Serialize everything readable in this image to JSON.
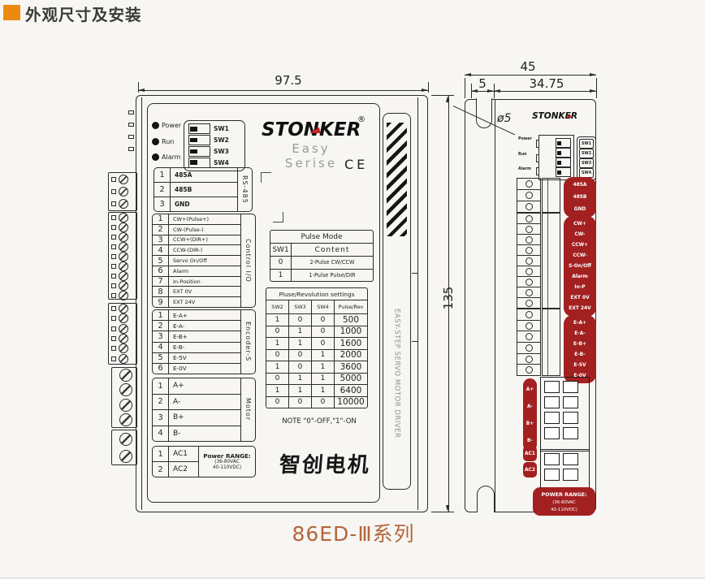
{
  "page": {
    "title": "外观尺寸及安装",
    "caption": "86ED-Ⅲ系列"
  },
  "colors": {
    "accent_orange": "#ec8a10",
    "label_red": "#a32020",
    "caption_rust": "#b5643c"
  },
  "front_view": {
    "dim_width": "97.5",
    "dim_height": "135",
    "leds": [
      "Power",
      "Run",
      "Alarm"
    ],
    "dip_switches": [
      "SW1",
      "SW2",
      "SW3",
      "SW4"
    ],
    "logo": {
      "brand": "STONKER",
      "registered": "®",
      "series": "Easy Serise",
      "ce_mark": "CE"
    },
    "rs485_table": {
      "side_label": "RS-485",
      "rows": [
        {
          "n": "1",
          "label": "485A"
        },
        {
          "n": "2",
          "label": "485B"
        },
        {
          "n": "3",
          "label": "GND"
        }
      ]
    },
    "control_io_table": {
      "side_label": "Control I/O",
      "rows": [
        {
          "n": "1",
          "label": "CW+(Pulse+)"
        },
        {
          "n": "2",
          "label": "CW-(Pulse-)"
        },
        {
          "n": "3",
          "label": "CCW+(DIR+)"
        },
        {
          "n": "4",
          "label": "CCW-(DIR-)"
        },
        {
          "n": "5",
          "label": "Servo On/Off"
        },
        {
          "n": "6",
          "label": "Alarm"
        },
        {
          "n": "7",
          "label": "In-Position"
        },
        {
          "n": "8",
          "label": "EXT 0V"
        },
        {
          "n": "9",
          "label": "EXT 24V"
        }
      ]
    },
    "encoder_table": {
      "side_label": "Encoder-S",
      "rows": [
        {
          "n": "1",
          "label": "E-A+"
        },
        {
          "n": "2",
          "label": "E-A-"
        },
        {
          "n": "3",
          "label": "E-B+"
        },
        {
          "n": "4",
          "label": "E-B-"
        },
        {
          "n": "5",
          "label": "E-5V"
        },
        {
          "n": "6",
          "label": "E-0V"
        }
      ]
    },
    "motor_table": {
      "side_label": "Motor",
      "rows": [
        {
          "n": "1",
          "label": "A+"
        },
        {
          "n": "2",
          "label": "A-"
        },
        {
          "n": "3",
          "label": "B+"
        },
        {
          "n": "4",
          "label": "B-"
        }
      ]
    },
    "ac_table": {
      "rows": [
        {
          "n": "1",
          "label": "AC1"
        },
        {
          "n": "2",
          "label": "AC2"
        }
      ],
      "power_range": [
        "Power RANGE:",
        "(36-80VAC",
        "40-110VDC)"
      ]
    },
    "pulse_mode_table": {
      "title": "Pulse Mode",
      "header": {
        "sw": "SW1",
        "content": "Content"
      },
      "rows": [
        {
          "sw": "0",
          "content": "2-Pulse CW/CCW"
        },
        {
          "sw": "1",
          "content": "1-Pulse Pulse/DIR"
        }
      ]
    },
    "rev_table": {
      "title": "Pluse/Revolution settings",
      "headers": [
        "SW2",
        "SW3",
        "SW4",
        "Pulse/Rev"
      ],
      "rows": [
        {
          "sw2": "1",
          "sw3": "0",
          "sw4": "0",
          "rev": "500"
        },
        {
          "sw2": "0",
          "sw3": "1",
          "sw4": "0",
          "rev": "1000"
        },
        {
          "sw2": "1",
          "sw3": "1",
          "sw4": "0",
          "rev": "1600"
        },
        {
          "sw2": "0",
          "sw3": "0",
          "sw4": "1",
          "rev": "2000"
        },
        {
          "sw2": "1",
          "sw3": "0",
          "sw4": "1",
          "rev": "3600"
        },
        {
          "sw2": "0",
          "sw3": "1",
          "sw4": "1",
          "rev": "5000"
        },
        {
          "sw2": "1",
          "sw3": "1",
          "sw4": "1",
          "rev": "6400"
        },
        {
          "sw2": "0",
          "sw3": "0",
          "sw4": "0",
          "rev": "10000"
        }
      ]
    },
    "note": "NOTE \"0\"-OFF,\"1\"-ON",
    "brand_cn": "智创电机",
    "vertical_text": "EASY-STEP SERVO MOTOR DRIVER"
  },
  "side_view": {
    "dim_total": "45",
    "dim_offset": "5",
    "dim_body": "34.75",
    "hole_dia": "ø5",
    "logo": "STONKER",
    "leds": [
      "Power",
      "Run",
      "Alarm"
    ],
    "dip_switches": [
      "SW1",
      "SW2",
      "SW3",
      "SW4"
    ],
    "labels": {
      "rs485": [
        "485A",
        "485B",
        "GND"
      ],
      "control_io": [
        "CW+",
        "CW-",
        "CCW+",
        "CCW-",
        "S-On/Off",
        "Alarm",
        "In-P",
        "EXT 0V",
        "EXT 24V"
      ],
      "encoder": [
        "E-A+",
        "E-A-",
        "E-B+",
        "E-B-",
        "E-5V",
        "E-0V"
      ],
      "motor": [
        "A+",
        "A-",
        "B+",
        "B-"
      ],
      "ac": [
        "AC1",
        "AC2"
      ],
      "power_range": [
        "POWER RANGE:",
        "(36-80VAC",
        "40-110VDC)"
      ]
    }
  }
}
